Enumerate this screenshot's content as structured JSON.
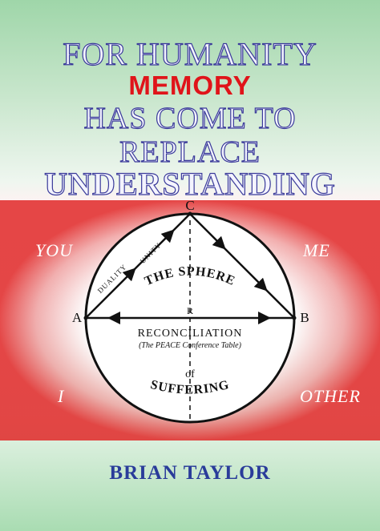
{
  "title": {
    "line1": "FOR HUMANITY",
    "line2": "MEMORY",
    "line3": "HAS COME TO",
    "line4": "REPLACE",
    "line5": "UNDERSTANDING"
  },
  "corners": {
    "top_left": "YOU",
    "top_right": "ME",
    "bottom_left": "I",
    "bottom_right": "OTHER"
  },
  "diagram": {
    "point_c": "C",
    "point_a": "A",
    "point_b": "B",
    "point_r": "R",
    "label_unity": "UNITY",
    "label_duality": "DUALITY",
    "label_the_sphere": "THE SPHERE",
    "label_reconciliation": "RECONCILIATION",
    "label_peace_table": "(The PEACE Conference Table)",
    "label_of": "of",
    "label_suffering": "SUFFERING"
  },
  "author": "BRIAN TAYLOR",
  "colors": {
    "title_outline": "#3a3a9a",
    "memory_red": "#e0141a",
    "author_blue": "#2a3c9a",
    "band_red": "#e12828",
    "band_green": "#9fd6a9"
  }
}
